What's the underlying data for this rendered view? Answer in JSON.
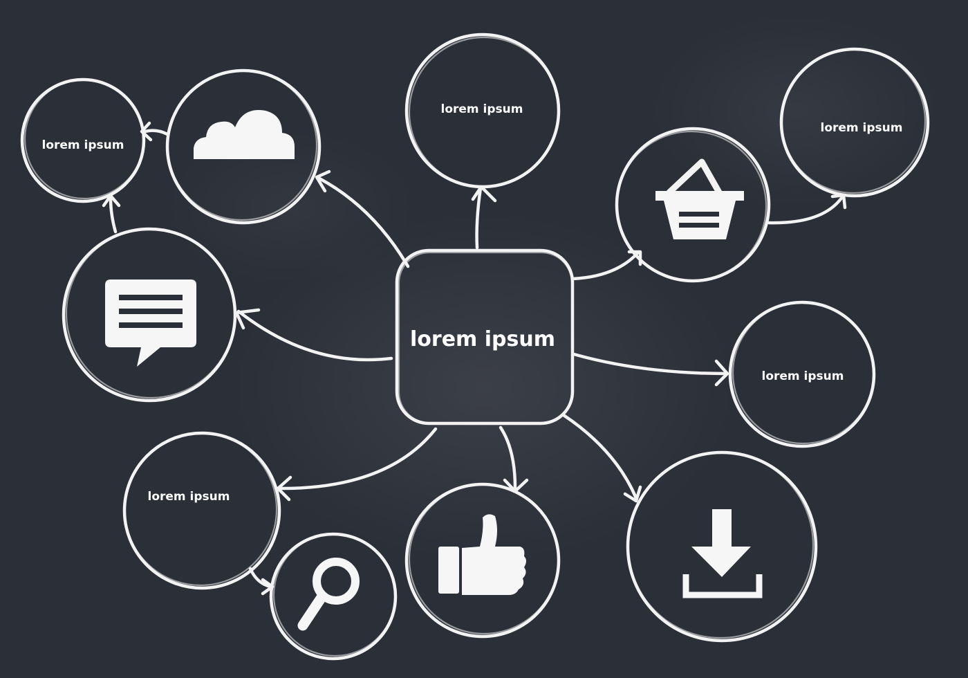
{
  "center": {
    "label": "lorem ipsum"
  },
  "nodes": {
    "top": {
      "label": "lorem ipsum"
    },
    "top_left": {
      "label": "lorem ipsum"
    },
    "top_right": {
      "label": "lorem ipsum"
    },
    "right": {
      "label": "lorem ipsum"
    },
    "bottom_left": {
      "label": "lorem ipsum"
    },
    "cloud": {
      "icon": "cloud-icon"
    },
    "basket": {
      "icon": "basket-icon"
    },
    "chat": {
      "icon": "chat-bubble-icon"
    },
    "search": {
      "icon": "magnifier-icon"
    },
    "like": {
      "icon": "thumbs-up-icon"
    },
    "download": {
      "icon": "download-icon"
    }
  },
  "colors": {
    "background": "#2b2f38",
    "chalk": "#f3f3f3"
  }
}
